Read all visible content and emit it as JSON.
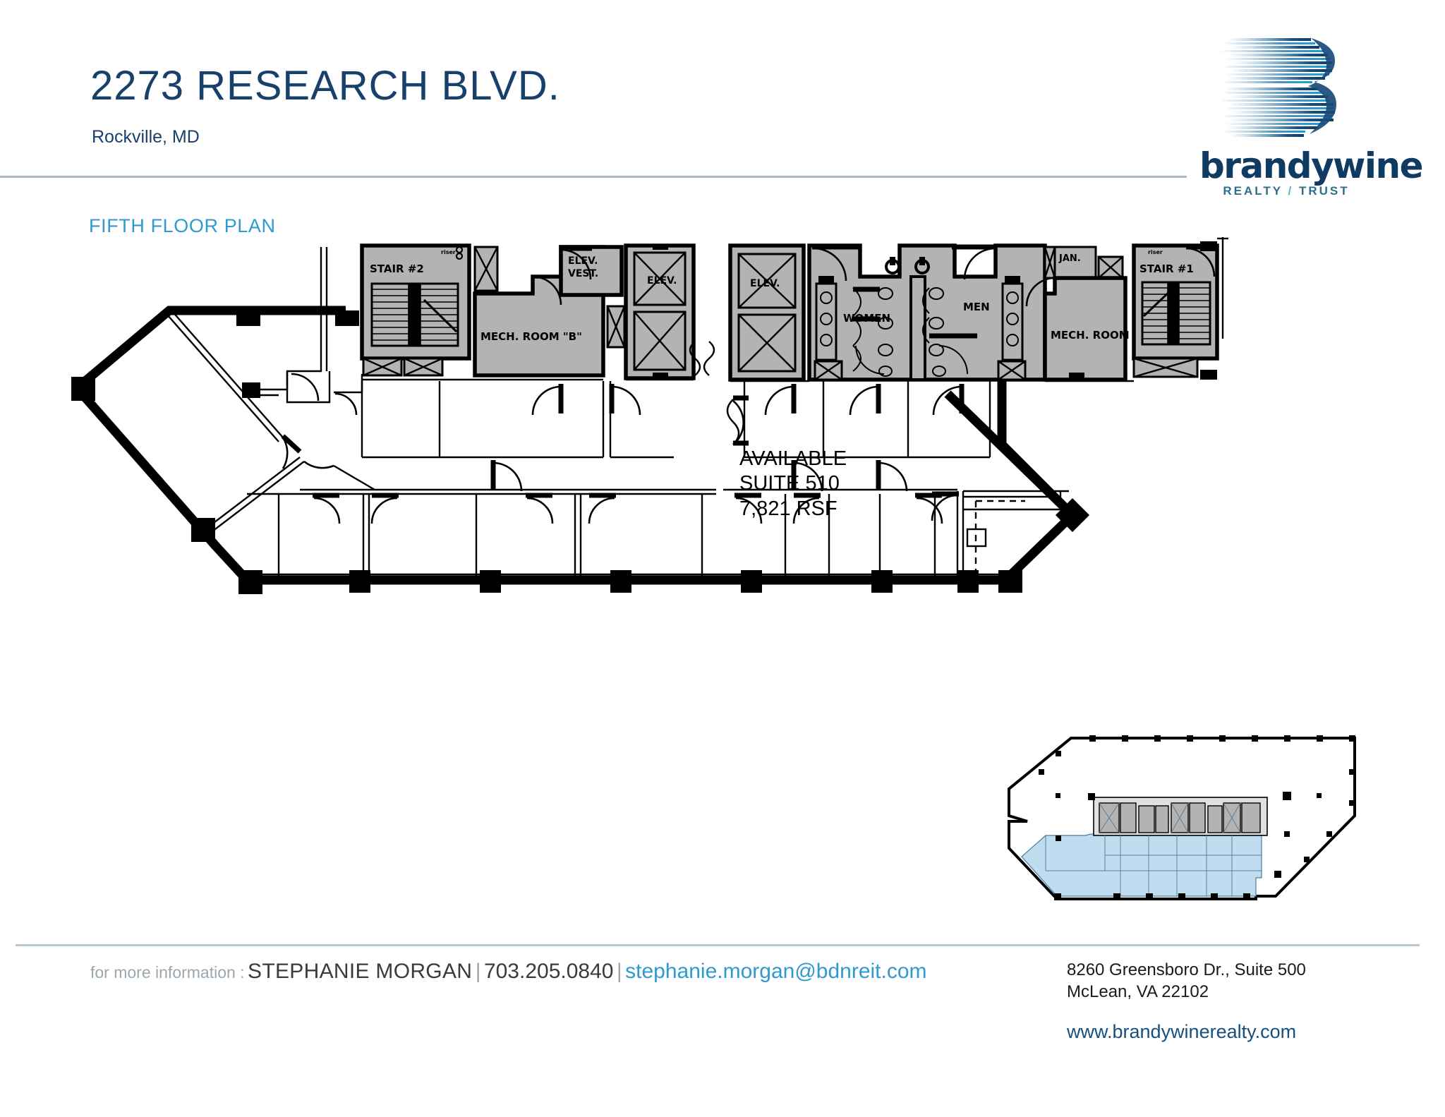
{
  "header": {
    "title": "2273 RESEARCH BLVD.",
    "subtitle": "Rockville, MD"
  },
  "logo": {
    "mark": "brandywine-b-mark",
    "wordmark": "brandywine",
    "tagline_left": "REALTY",
    "tagline_slash": "/",
    "tagline_right": "TRUST"
  },
  "section": {
    "floor_label": "FIFTH FLOOR PLAN"
  },
  "callout": {
    "line1": "AVAILABLE",
    "line2": "SUITE 510",
    "line3": "7,821 RSF"
  },
  "plan_labels": {
    "stair2": "STAIR #2",
    "mech_b": "MECH. ROOM \"B\"",
    "elev_vest_1": "ELEV.",
    "elev_vest_2": "VEST.",
    "elev_left": "ELEV.",
    "elev_right": "ELEV.",
    "women": "WOMEN",
    "men": "MEN",
    "jan": "JAN.",
    "mech_a": "MECH. ROOM \"A\"",
    "stair1": "STAIR #1",
    "riser_left": "riser",
    "riser_right": "riser"
  },
  "keyplan": {
    "name": "key-plan-thumbnail",
    "highlight_color": "#bfdcf0",
    "core_fill": "#b3b3b3",
    "shell_fill": "#e0e0e0"
  },
  "footer": {
    "for_more_information": "for more information :",
    "agent_name": "STEPHANIE MORGAN",
    "separator": "|",
    "phone": "703.205.0840",
    "email": "stephanie.morgan@bdnreit.com",
    "address_line1": "8260 Greensboro Dr., Suite 500",
    "address_line2": "McLean, VA  22102",
    "website": "www.brandywinerealty.com"
  },
  "colors": {
    "title_navy": "#17406b",
    "accent_cyan": "#2e9ad0",
    "rule_gray": "#a9bcc4",
    "logo_navy": "#0f3b63"
  }
}
